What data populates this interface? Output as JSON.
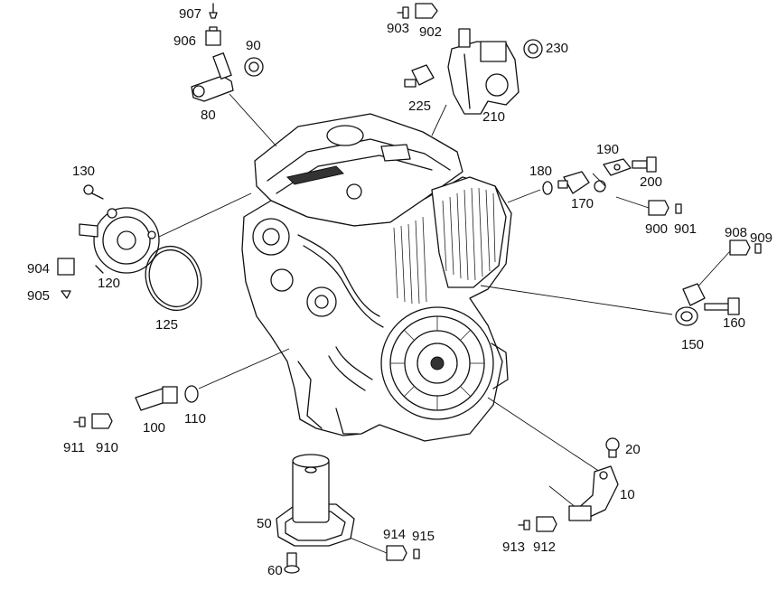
{
  "diagram": {
    "labels": {
      "l907": "907",
      "l906": "906",
      "l90": "90",
      "l80": "80",
      "l903": "903",
      "l902": "902",
      "l230": "230",
      "l225": "225",
      "l210": "210",
      "l130": "130",
      "l904": "904",
      "l905": "905",
      "l120": "120",
      "l125": "125",
      "l190": "190",
      "l180": "180",
      "l200": "200",
      "l170": "170",
      "l900": "900",
      "l901": "901",
      "l908": "908",
      "l909": "909",
      "l160": "160",
      "l150": "150",
      "l100": "100",
      "l110": "110",
      "l911": "911",
      "l910": "910",
      "l20": "20",
      "l10": "10",
      "l913": "913",
      "l912": "912",
      "l50": "50",
      "l914": "914",
      "l915": "915",
      "l60": "60"
    }
  }
}
